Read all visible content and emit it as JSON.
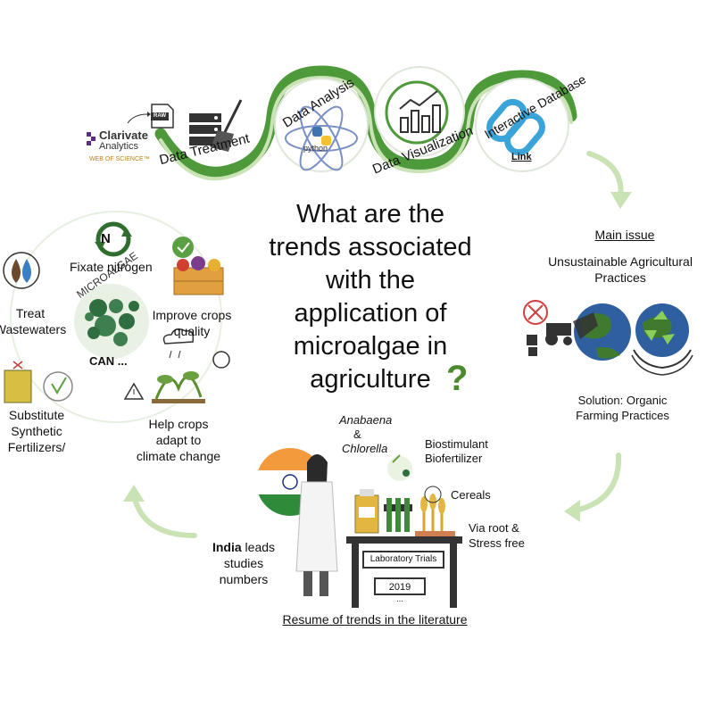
{
  "pipeline": {
    "clarivate_name": "Clarivate",
    "clarivate_sub": "Analytics",
    "web_of_science": "WEB OF SCIENCE™",
    "raw_label": "RAW",
    "steps": [
      "Data Treatment",
      "Data Analysis",
      "Data Visualization",
      "Interactive Database"
    ],
    "python_label": "python",
    "link_label": "Link"
  },
  "center_question": {
    "lines": [
      "What are the",
      "trends associated",
      "with the",
      "application of",
      "microalgae in",
      "agriculture"
    ],
    "mark": "?"
  },
  "main_issue": {
    "heading": "Main issue",
    "text_lines": [
      "Unsustainable Agricultural",
      "Practices"
    ],
    "solution_lines": [
      "Solution: Organic",
      "Farming Practices"
    ]
  },
  "microalgae": {
    "arc_text": "MICROALGAE",
    "can_text": "CAN ...",
    "fixate": "Fixate nitrogen",
    "improve_lines": [
      "Improve crops",
      "quality"
    ],
    "treat_lines": [
      "Treat",
      "Wastewaters"
    ],
    "substitute_lines": [
      "Substitute",
      "Synthetic",
      "Fertilizers/"
    ],
    "climate_lines": [
      "Help crops",
      "adapt to",
      "climate change"
    ],
    "n_symbol": "N"
  },
  "trends": {
    "species_1": "Anabaena",
    "amp": "&",
    "species_2": "Chlorella",
    "biostimulant": "Biostimulant",
    "biofertilizer": "Biofertilizer",
    "cereals": "Cereals",
    "root_lines": [
      "Via root &",
      "Stress free"
    ],
    "india_bold": "India",
    "india_rest": " leads",
    "india_lines": [
      "studies",
      "numbers"
    ],
    "lab_trials": "Laboratory Trials",
    "year": "2019",
    "ellipsis": "...",
    "footer": "Resume of trends in the literature"
  },
  "colors": {
    "green": "#4e9a3a",
    "light_green": "#c9e3b5",
    "question_green": "#4c8a2e"
  }
}
